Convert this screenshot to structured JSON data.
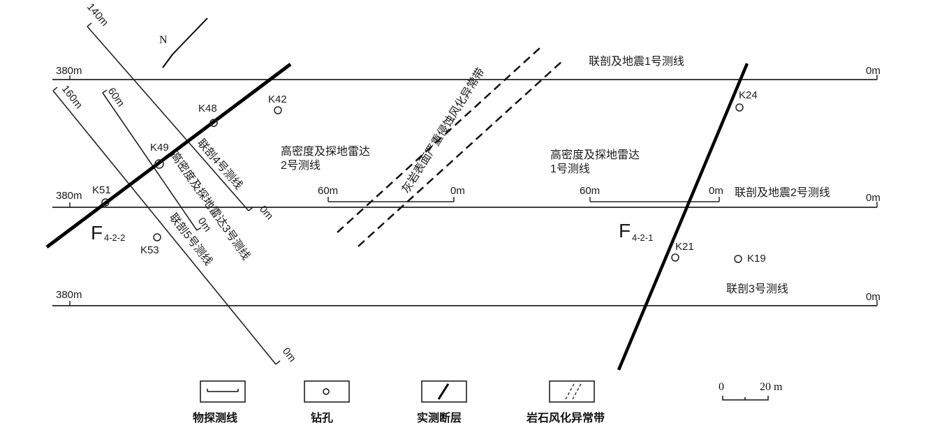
{
  "north_label": "N",
  "profiles": {
    "seismic_1": {
      "label": "联剖及地震1号测线",
      "start": "380m",
      "end": "0m"
    },
    "seismic_2": {
      "label": "联剖及地震2号测线",
      "start": "380m",
      "end": "0m"
    },
    "profile_3": {
      "label": "联剖3号测线",
      "start": "380m",
      "end": "0m"
    },
    "profile_4": {
      "label": "联剖4号测线",
      "start": "140m",
      "end": "0m"
    },
    "profile_5": {
      "label": "联剖5号测线",
      "start": "160m",
      "end": "0m"
    },
    "gpr_1": {
      "label_line1": "高密度及探地雷达",
      "label_line2": "1号测线",
      "start": "60m",
      "end": "0m"
    },
    "gpr_2": {
      "label_line1": "高密度及探地雷达",
      "label_line2": "2号测线",
      "start": "60m",
      "end": "0m"
    },
    "gpr_3": {
      "label": "高密度及探地雷达3号测线",
      "start": "60m",
      "end": "0m"
    }
  },
  "weathering_zone_label": "灰岩表面严重侵蚀风化异常带",
  "faults": {
    "f421": {
      "letter": "F",
      "subscript": "4-2-1"
    },
    "f422": {
      "letter": "F",
      "subscript": "4-2-2"
    }
  },
  "boreholes": [
    "K42",
    "K48",
    "K49",
    "K51",
    "K53",
    "K24",
    "K21",
    "K19"
  ],
  "legend": {
    "survey_line": "物探测线",
    "borehole": "钻孔",
    "fault": "实测断层",
    "weathering": "岩石风化异常带"
  },
  "scale_bar": {
    "start": "0",
    "end": "20 m"
  }
}
